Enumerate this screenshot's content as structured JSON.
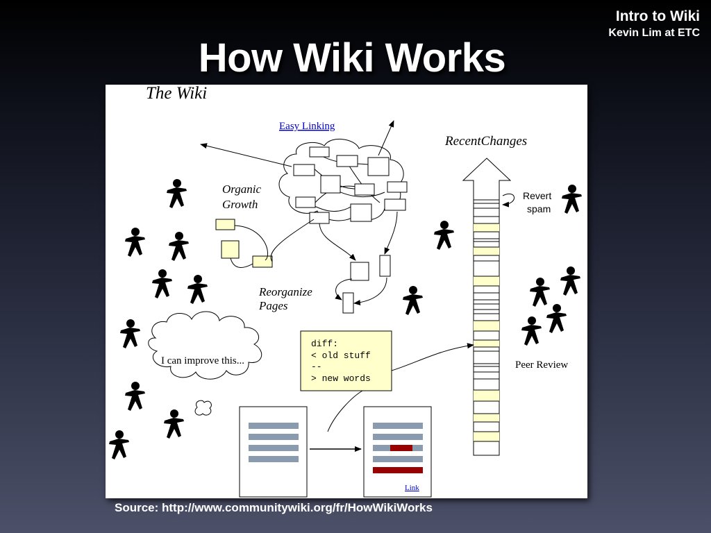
{
  "corner": {
    "line1": "Intro to Wiki",
    "line2": "Kevin Lim at ETC"
  },
  "slide": {
    "title": "How Wiki Works",
    "source": "Source: http://www.communitywiki.org/fr/HowWikiWorks"
  },
  "diagram": {
    "wiki_label": "The Wiki",
    "easy_linking": "Easy Linking",
    "organic": "Organic",
    "growth": "Growth",
    "reorganize": "Reorganize",
    "pages": "Pages",
    "recent_changes": "RecentChanges",
    "revert": "Revert",
    "spam": "spam",
    "peer_review": "Peer Review",
    "thought": "I can improve this...",
    "diff": [
      "diff:",
      "< old stuff",
      "--",
      "> new words"
    ],
    "link": "Link",
    "colors": {
      "doc_line": "#8a9bb0",
      "edit_red": "#990000",
      "note_fill": "#ffffcc",
      "figure": "#000000"
    }
  }
}
